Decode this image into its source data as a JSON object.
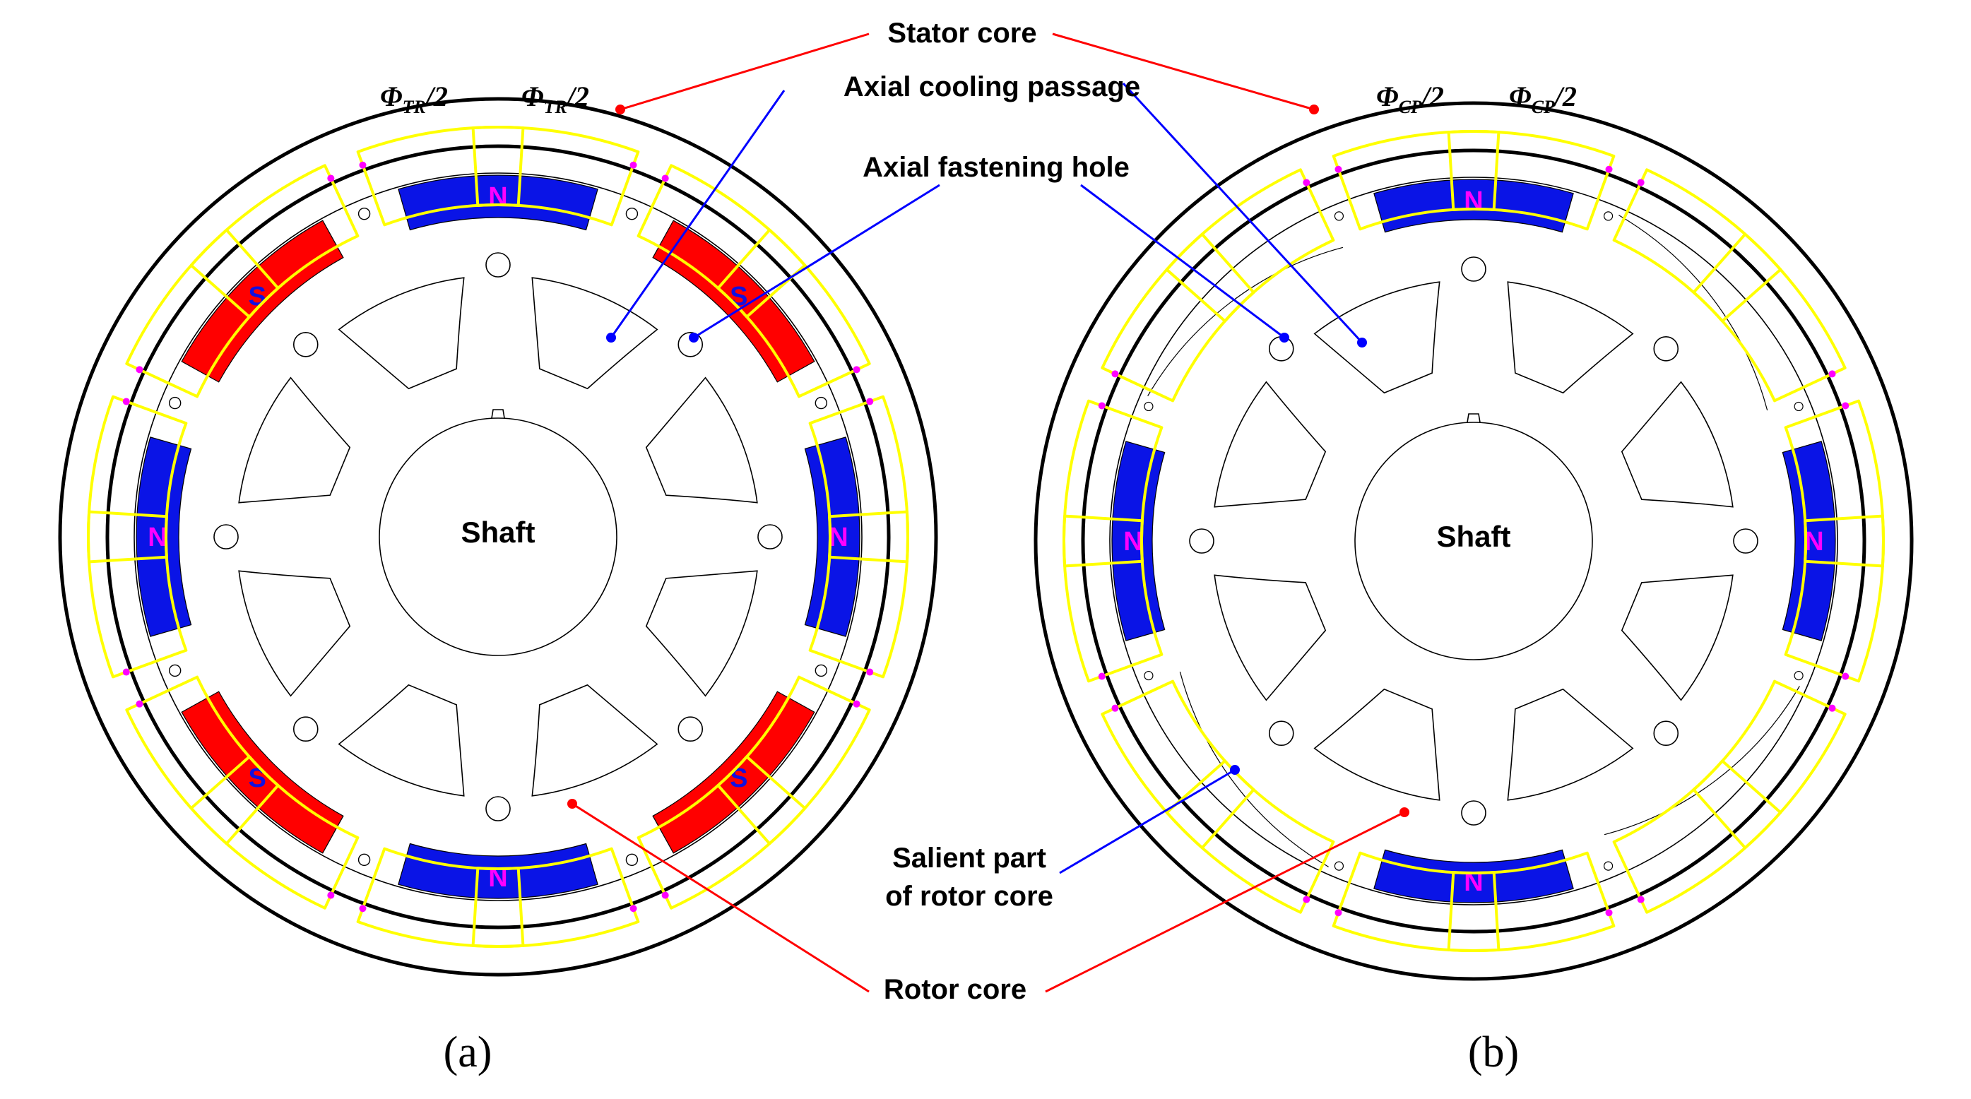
{
  "labels": {
    "stator_core": "Stator core",
    "axial_cooling_passage": "Axial cooling passage",
    "axial_fastening_hole": "Axial fastening hole",
    "salient_part_line1": "Salient part",
    "salient_part_line2": "of rotor core",
    "rotor_core": "Rotor core"
  },
  "panels": [
    {
      "id": "a",
      "sublabel": "(a)",
      "shaft_label": "Shaft",
      "flux_labels": [
        {
          "main": "Φ",
          "sub": "TR",
          "tail": "/2"
        },
        {
          "main": "Φ",
          "sub": "TR",
          "tail": "/2"
        }
      ],
      "magnets": [
        {
          "pole": "N",
          "color": "#0a14e6",
          "text_color": "#ff00ff"
        },
        {
          "pole": "S",
          "color": "#ff0000",
          "text_color": "#1010e0"
        },
        {
          "pole": "N",
          "color": "#0a14e6",
          "text_color": "#ff00ff"
        },
        {
          "pole": "S",
          "color": "#ff0000",
          "text_color": "#1010e0"
        },
        {
          "pole": "N",
          "color": "#0a14e6",
          "text_color": "#ff00ff"
        },
        {
          "pole": "S",
          "color": "#ff0000",
          "text_color": "#1010e0"
        },
        {
          "pole": "N",
          "color": "#0a14e6",
          "text_color": "#ff00ff"
        },
        {
          "pole": "S",
          "color": "#ff0000",
          "text_color": "#1010e0"
        }
      ]
    },
    {
      "id": "b",
      "sublabel": "(b)",
      "shaft_label": "Shaft",
      "flux_labels": [
        {
          "main": "Φ",
          "sub": "CP",
          "tail": "/2"
        },
        {
          "main": "Φ",
          "sub": "CP",
          "tail": "/2"
        }
      ],
      "magnets": [
        {
          "pole": "N",
          "color": "#0a14e6",
          "text_color": "#ff00ff"
        },
        {
          "pole": "N",
          "color": "#0a14e6",
          "text_color": "#ff00ff"
        },
        {
          "pole": "N",
          "color": "#0a14e6",
          "text_color": "#ff00ff"
        },
        {
          "pole": "N",
          "color": "#0a14e6",
          "text_color": "#ff00ff"
        }
      ]
    }
  ],
  "colors": {
    "north_pole": "#0a14e6",
    "south_pole": "#ff0000",
    "flux_path": "#ffff00",
    "flux_arrow": "#ff00ff",
    "leader_red": "#ff0000",
    "leader_blue": "#0000ff"
  }
}
